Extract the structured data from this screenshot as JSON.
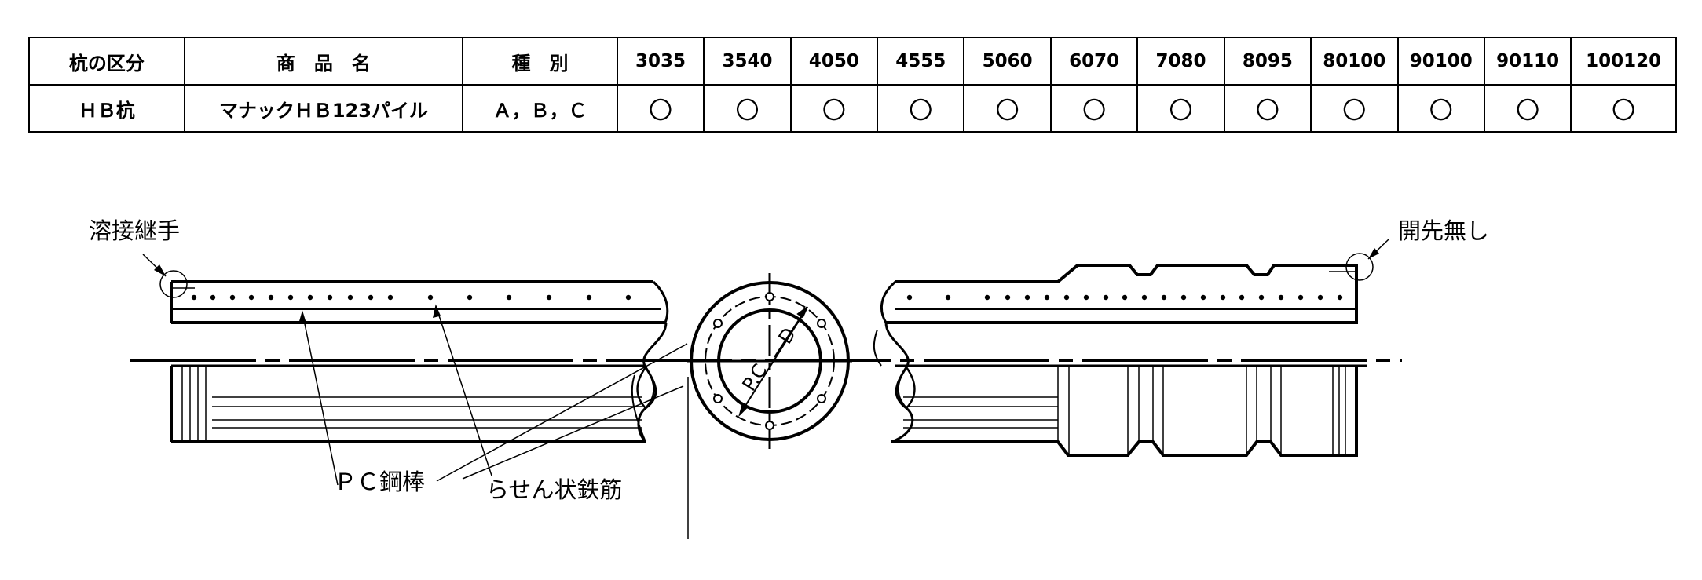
{
  "table": {
    "headers": {
      "category": "杭の区分",
      "product": "商　品　名",
      "type": "種　別",
      "sizes": [
        "3035",
        "3540",
        "4050",
        "4555",
        "5060",
        "6070",
        "7080",
        "8095",
        "80100",
        "90100",
        "90110",
        "100120"
      ]
    },
    "row": {
      "category": "ＨＢ杭",
      "product": "マナックＨＢ123パイル",
      "type": "Ａ，Ｂ，Ｃ",
      "marks": [
        "〇",
        "〇",
        "〇",
        "〇",
        "〇",
        "〇",
        "〇",
        "〇",
        "〇",
        "〇",
        "〇",
        "〇"
      ]
    }
  },
  "diagram": {
    "label_weld_joint": "溶接継手",
    "label_no_bevel": "開先無し",
    "label_pc_bar": "ＰＣ鋼棒",
    "label_spiral_rebar": "らせん状鉄筋",
    "label_pc": "P.C",
    "label_d": "D"
  }
}
